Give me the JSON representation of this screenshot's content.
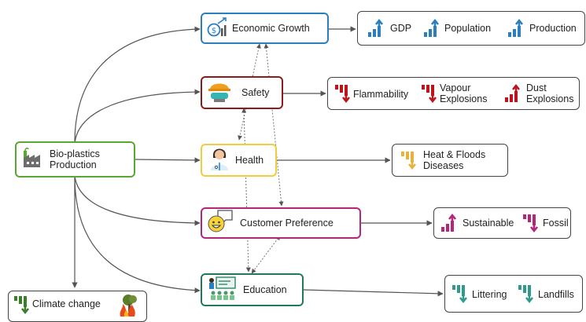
{
  "colors": {
    "source": "#5aa832",
    "economic": "#2a7fc1",
    "safety": "#8e1b1b",
    "health": "#e6b800",
    "preference": "#b5257a",
    "education": "#1f7a5a",
    "arrow_up_blue": "#2a7fc1",
    "arrow_down_red": "#c0121b",
    "arrow_up_red": "#c0121b",
    "arrow_down_yellow": "#e8b23a",
    "arrow_up_magenta": "#b5257a",
    "arrow_down_magenta": "#b5257a",
    "arrow_down_teal": "#2e9b8a",
    "arrow_down_green": "#3a7d2a"
  },
  "source_node": {
    "label_line1": "Bio-plastics",
    "label_line2": "Production",
    "icon": "factory-icon"
  },
  "factors": {
    "economic": {
      "label": "Economic Growth",
      "icon": "money-growth-icon"
    },
    "safety": {
      "label": "Safety",
      "icon": "hard-hat-goggles-icon"
    },
    "health": {
      "label": "Health",
      "icon": "doctor-icon"
    },
    "preference": {
      "label": "Customer Preference",
      "icon": "happy-face-speech-icon"
    },
    "education": {
      "label": "Education",
      "icon": "classroom-icon"
    }
  },
  "outcomes": {
    "economic": [
      {
        "label": "GDP",
        "icon": "trend-up-icon"
      },
      {
        "label": "Population",
        "icon": "trend-up-icon"
      },
      {
        "label": "Production",
        "icon": "trend-up-icon"
      }
    ],
    "safety": [
      {
        "label": "Flammability",
        "icon": "trend-down-icon"
      },
      {
        "label_line1": "Vapour",
        "label_line2": "Explosions",
        "icon": "trend-down-icon"
      },
      {
        "label_line1": "Dust",
        "label_line2": "Explosions",
        "icon": "trend-up-icon"
      }
    ],
    "health": [
      {
        "label_line1": "Heat & Floods",
        "label_line2": "Diseases",
        "icon": "trend-down-icon"
      }
    ],
    "preference": [
      {
        "label": "Sustainable",
        "icon": "trend-up-icon"
      },
      {
        "label": "Fossil",
        "icon": "trend-down-icon"
      }
    ],
    "education": [
      {
        "label": "Littering",
        "icon": "trend-down-icon"
      },
      {
        "label": "Landfills",
        "icon": "trend-down-icon"
      }
    ]
  },
  "climate": {
    "label": "Climate change",
    "icon": "trend-down-icon",
    "side_icon": "burning-tree-icon"
  }
}
